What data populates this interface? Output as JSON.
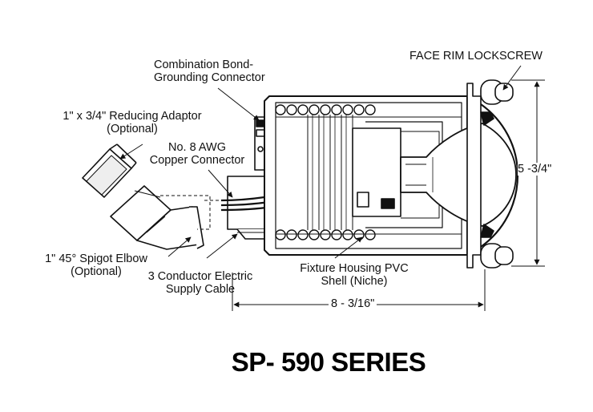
{
  "labels": {
    "bond_connector": [
      "Combination Bond-",
      "Grounding Connector"
    ],
    "reducing_adaptor": [
      "1\" x 3/4\" Reducing Adaptor",
      "(Optional)"
    ],
    "copper_connector": [
      "No. 8 AWG",
      "Copper Connector"
    ],
    "spigot_elbow": [
      "1\" 45° Spigot Elbow",
      "(Optional)"
    ],
    "supply_cable": [
      "3 Conductor Electric",
      "Supply Cable"
    ],
    "fixture_housing": [
      "Fixture Housing PVC",
      "Shell (Niche)"
    ],
    "face_rim_lockscrew": "FACE RIM LOCKSCREW"
  },
  "dimensions": {
    "height": "5 -3/4\"",
    "length": "8 - 3/16\""
  },
  "title": "SP- 590 SERIES",
  "colors": {
    "ink": "#111111",
    "background": "#ffffff",
    "shading": "#d9d9d9"
  }
}
